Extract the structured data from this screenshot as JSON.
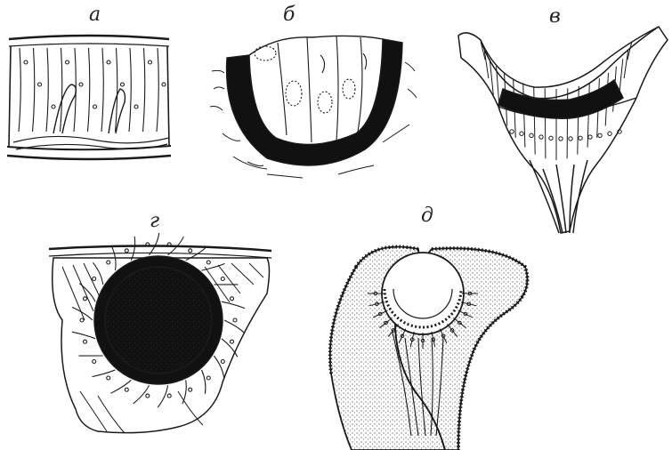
{
  "labels": {
    "a": "а",
    "b": "б",
    "v": "в",
    "g": "г",
    "d": "д"
  },
  "colors": {
    "ink": "#1a1a1a",
    "background": "#ffffff",
    "pigment": "#111111"
  }
}
